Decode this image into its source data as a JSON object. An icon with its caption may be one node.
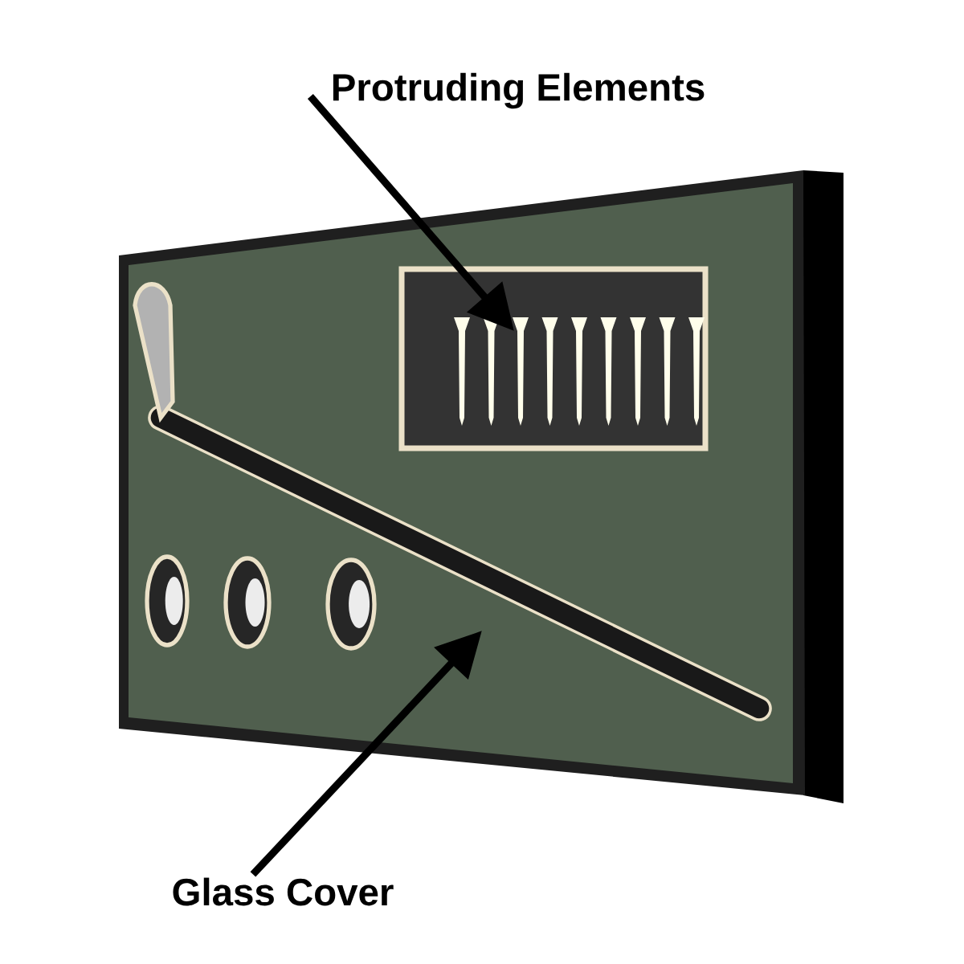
{
  "diagram": {
    "nodes": [
      {
        "text": [
          "Protruding Elements"
        ]
      },
      {
        "text": [
          "Glass Cover"
        ]
      }
    ],
    "edges": [
      {
        "from": 0,
        "to": null,
        "arrow": "to"
      },
      {
        "from": 1,
        "to": null,
        "arrow": "to"
      }
    ]
  }
}
